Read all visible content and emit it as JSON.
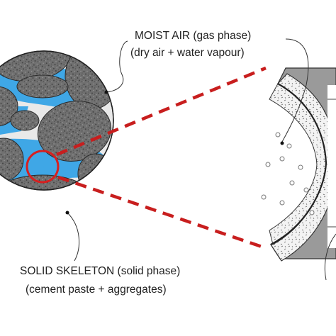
{
  "labels": {
    "moist_air_line1": "MOIST AIR (gas phase)",
    "moist_air_line2": "(dry air + water vapour)",
    "solid_line1": "SOLID SKELETON (solid phase)",
    "solid_line2": "(cement paste + aggregates)"
  },
  "colors": {
    "aggregate": "#6e6e6e",
    "aggregate_speckle": "#3c3c3c",
    "water": "#3fa7e6",
    "zoom_circle": "#d62020",
    "zoom_lines": "#c81e1e",
    "pore_wall": "#9a9a9a",
    "paste_layer": "#f2f2f2"
  }
}
